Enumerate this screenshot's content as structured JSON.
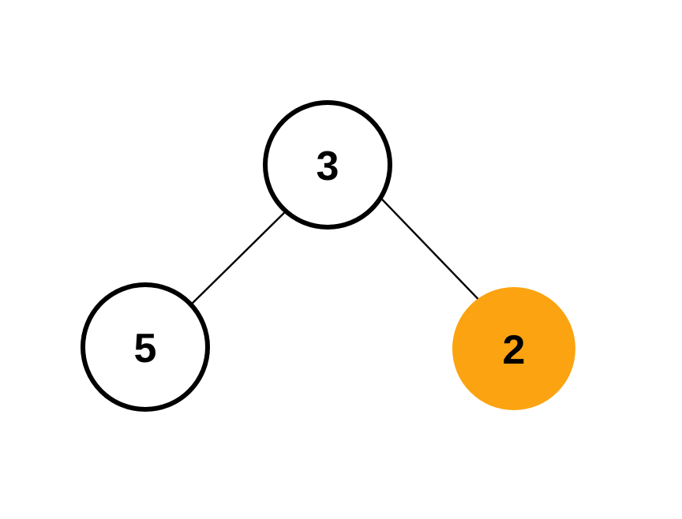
{
  "diagram": {
    "type": "binary-tree",
    "background_color": "#ffffff",
    "edge_color": "#000000",
    "node_outline_color": "#000000",
    "node_text_color": "#000000",
    "highlight_color": "#FCA311",
    "nodes": [
      {
        "id": "root",
        "label": "3",
        "fill": "#ffffff",
        "stroke": "#000000",
        "highlighted": false
      },
      {
        "id": "left-child",
        "label": "5",
        "fill": "#ffffff",
        "stroke": "#000000",
        "highlighted": false
      },
      {
        "id": "right-child",
        "label": "2",
        "fill": "#FCA311",
        "stroke": "none",
        "highlighted": true
      }
    ],
    "edges": [
      {
        "from": "3",
        "to": "5"
      },
      {
        "from": "3",
        "to": "2"
      }
    ]
  }
}
